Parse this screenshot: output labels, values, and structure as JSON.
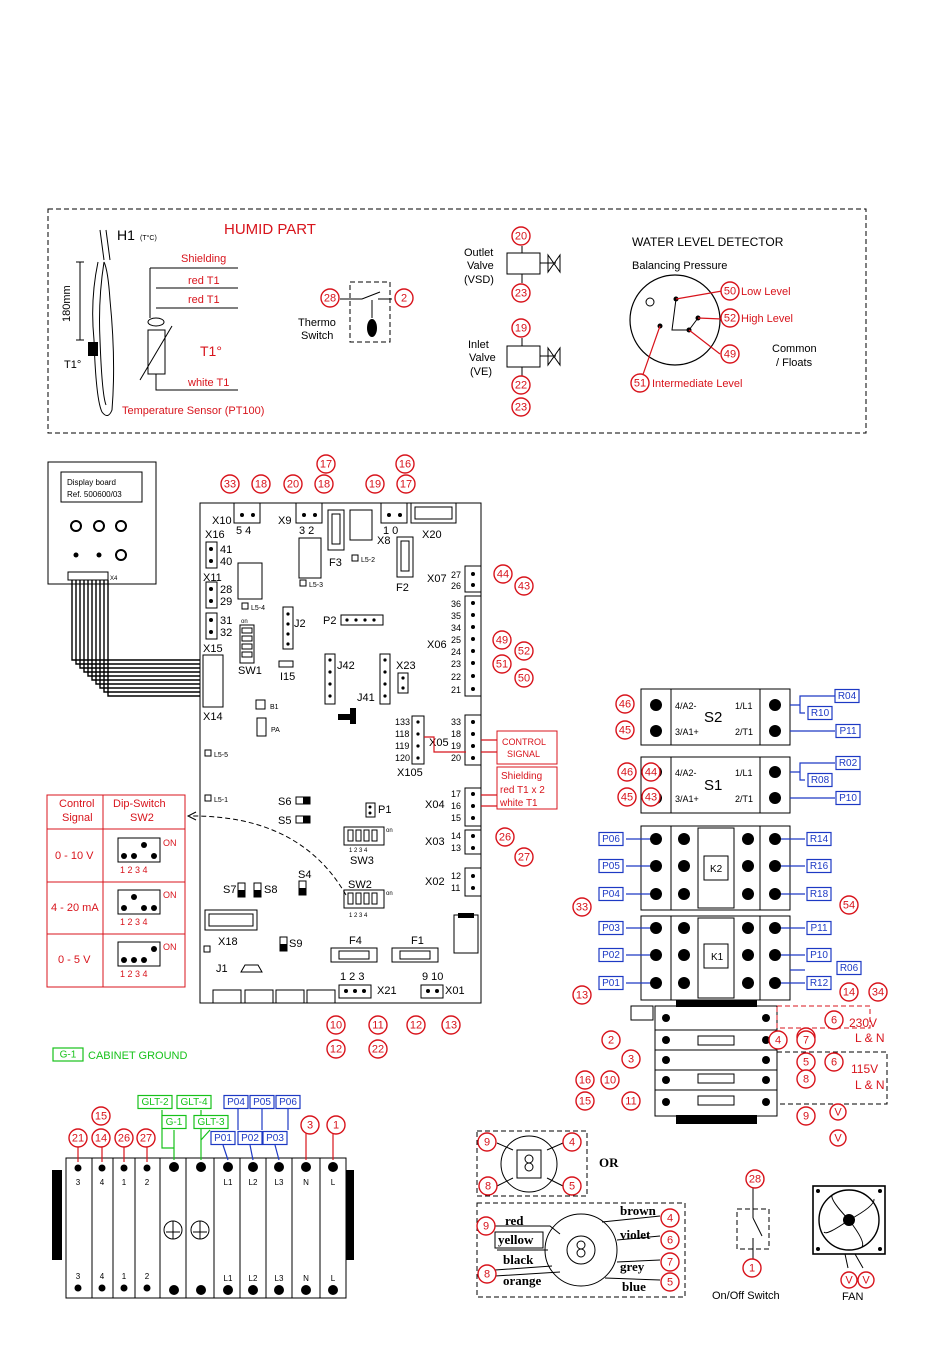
{
  "humid": {
    "title": "HUMID PART",
    "h1": "H1",
    "h1_unit": "(T°C)",
    "length": "180mm",
    "t1_probe": "T1°",
    "shielding": "Shielding",
    "red_t1_a": "red T1",
    "red_t1_b": "red T1",
    "t1_symbol": "T1°",
    "white_t1": "white T1",
    "sensor": "Temperature Sensor (PT100)",
    "thermo_1": "Thermo",
    "thermo_2": "Switch",
    "outlet_1": "Outlet",
    "outlet_2": "Valve",
    "outlet_3": "(VSD)",
    "inlet_1": "Inlet",
    "inlet_2": "Valve",
    "inlet_3": "(VE)",
    "wld_title": "WATER LEVEL DETECTOR",
    "balancing": "Balancing Pressure",
    "low": "Low Level",
    "high": "High Level",
    "common_1": "Common",
    "common_2": "/ Floats",
    "intermediate": "Intermediate Level"
  },
  "board": {
    "display_1": "Display board",
    "display_2": "Ref. 500600/03",
    "x4": "X4",
    "x10": "X10",
    "x10_pins": "5  4",
    "x9": "X9",
    "x9_pins": "3  2",
    "x8": "X8",
    "x8_pins": "1  0",
    "x20": "X20",
    "x16": "X16",
    "x11": "X11",
    "x15": "X15",
    "x14": "X14",
    "sw1": "SW1",
    "i15": "I15",
    "j2": "J2",
    "p2": "P2",
    "j42": "J42",
    "j41": "J41",
    "x23": "X23",
    "f3": "F3",
    "f2": "F2",
    "f4": "F4",
    "f1": "F1",
    "l53": "L5-3",
    "l52": "L5-2",
    "l54": "L5-4",
    "l55": "L5-5",
    "l51": "L5-1",
    "b1": "B1",
    "pa": "PA",
    "x07": "X07",
    "x06": "X06",
    "x05": "X05",
    "x105": "X105",
    "x04": "X04",
    "x03": "X03",
    "x02": "X02",
    "x01": "X01",
    "x21": "X21",
    "x18": "X18",
    "j1": "J1",
    "s6": "S6",
    "s5": "S5",
    "s7": "S7",
    "s8": "S8",
    "s4": "S4",
    "s9": "S9",
    "p1": "P1",
    "sw3": "SW3",
    "sw2": "SW2",
    "on": "on",
    "sw_nums": "1 2 3 4",
    "p41": "41",
    "p40": "40",
    "p28": "28",
    "p29": "29",
    "p31": "31",
    "p32": "32",
    "r27": "27",
    "r26": "26",
    "r36": "36",
    "r35": "35",
    "r34": "34",
    "r25": "25",
    "r24": "24",
    "r23": "23",
    "r22": "22",
    "r21": "21",
    "r33": "33",
    "r18": "18",
    "r19": "19",
    "r20": "20",
    "l133": "133",
    "l118": "118",
    "l119": "119",
    "l120": "120",
    "r17": "17",
    "r16": "16",
    "r15": "15",
    "r14": "14",
    "r13": "13",
    "r12": "12",
    "r11": "11",
    "x21_pins": "1  2  3",
    "x01_pins": "9 10",
    "control_signal_1": "CONTROL",
    "control_signal_2": "SIGNAL",
    "shielding_1": "Shielding",
    "shielding_2": "red T1 x 2",
    "shielding_3": "white T1"
  },
  "dip_table": {
    "h1": "Control",
    "h2": "Signal",
    "h3": "Dip-Switch",
    "h4": "SW2",
    "rows": [
      {
        "signal": "0 - 10 V",
        "on": "ON",
        "nums": "1 2 3 4"
      },
      {
        "signal": "4 - 20 mA",
        "on": "ON",
        "nums": "1 2 3 4"
      },
      {
        "signal": "0 - 5 V",
        "on": "ON",
        "nums": "1 2 3 4"
      }
    ]
  },
  "contactors": {
    "s2": "S2",
    "s1": "S1",
    "a2": "4/A2-",
    "a1": "3/A1+",
    "l1": "1/L1",
    "t1": "2/T1",
    "k2": "K2",
    "k1": "K1",
    "v230_1": "230V",
    "v230_2": "L & N",
    "v115_1": "115V",
    "v115_2": "L & N"
  },
  "cabinet_ground": "CABINET GROUND",
  "terminals": {
    "top": [
      "3",
      "4",
      "1",
      "2",
      "",
      "",
      "L1",
      "L2",
      "L3",
      "N",
      "L"
    ],
    "bottom": [
      "3",
      "4",
      "1",
      "2",
      "",
      "",
      "L1",
      "L2",
      "L3",
      "N",
      "L"
    ]
  },
  "transformer": {
    "or": "OR",
    "red": "red",
    "yellow": "yellow",
    "black": "black",
    "orange": "orange",
    "brown": "brown",
    "violet": "violet",
    "grey": "grey",
    "blue": "blue"
  },
  "switch_label": "On/Off Switch",
  "fan_label": "FAN",
  "v": "V",
  "tags": {
    "blue": [
      "R04",
      "R10",
      "P11",
      "R02",
      "R08",
      "P10",
      "P06",
      "P05",
      "P04",
      "P03",
      "P02",
      "P01",
      "R14",
      "R16",
      "R18",
      "P11",
      "P10",
      "R06",
      "R12",
      "P04",
      "P05",
      "P06",
      "P01",
      "P02",
      "P03"
    ],
    "green": [
      "G-1",
      "GLT-2",
      "GLT-4",
      "G-1",
      "GLT-3"
    ]
  },
  "numbers": [
    "20",
    "23",
    "19",
    "22",
    "23",
    "28",
    "2",
    "50",
    "52",
    "49",
    "51",
    "33",
    "18",
    "20",
    "17",
    "18",
    "19",
    "16",
    "17",
    "44",
    "43",
    "49",
    "52",
    "51",
    "50",
    "46",
    "45",
    "46",
    "44",
    "45",
    "43",
    "26",
    "27",
    "33",
    "54",
    "13",
    "14",
    "34",
    "6",
    "7",
    "2",
    "4",
    "7",
    "3",
    "5",
    "6",
    "16",
    "10",
    "8",
    "15",
    "11",
    "9",
    "10",
    "11",
    "12",
    "13",
    "12",
    "22",
    "21",
    "14",
    "26",
    "27",
    "15",
    "3",
    "1",
    "9",
    "4",
    "8",
    "5",
    "9",
    "4",
    "8",
    "7",
    "6",
    "5",
    "28",
    "1"
  ]
}
